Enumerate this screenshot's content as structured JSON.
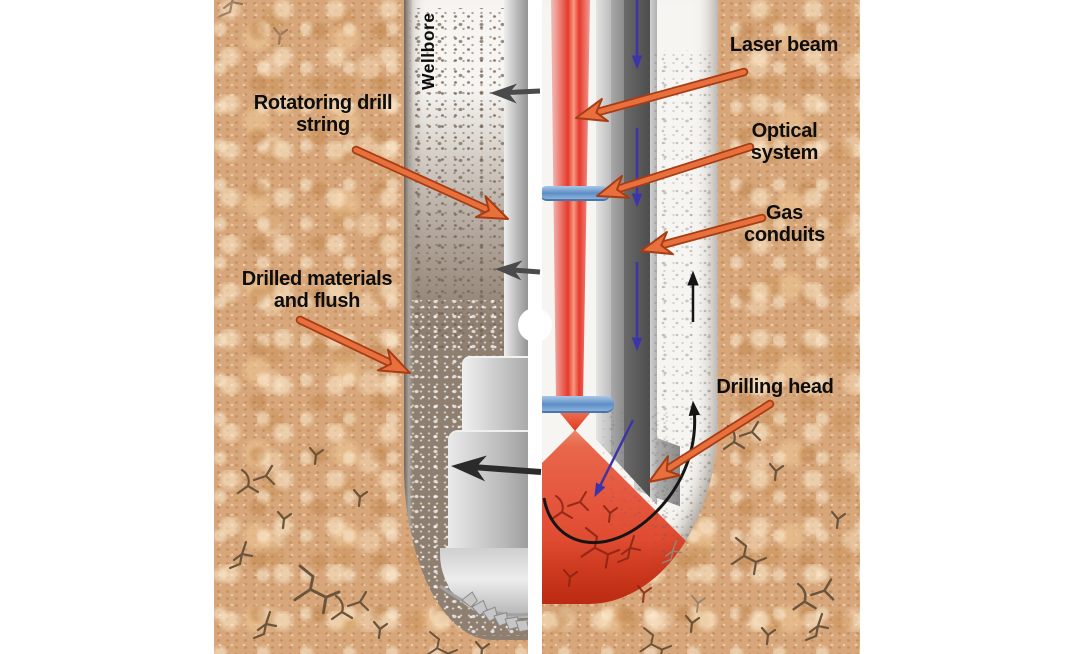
{
  "figure": {
    "wellbore_label": "Wellbore",
    "left_panel": {
      "name": "rotary-drilling-cross-section",
      "labels": [
        {
          "id": "rotatoring-drill-string",
          "text": "Rotatoring drill\nstring"
        },
        {
          "id": "drilled-materials-and-flush",
          "text": "Drilled materials\nand flush"
        }
      ]
    },
    "right_panel": {
      "name": "laser-drilling-cross-section",
      "labels": [
        {
          "id": "laser-beam",
          "text": "Laser beam"
        },
        {
          "id": "optical-system",
          "text": "Optical\nsystem"
        },
        {
          "id": "gas-conduits",
          "text": "Gas\nconduits"
        },
        {
          "id": "drilling-head",
          "text": "Drilling head"
        }
      ]
    },
    "icons": {
      "orange_pointer_arrows": [
        "rotatoring-drill-string",
        "drilled-materials-and-flush",
        "laser-beam",
        "optical-system",
        "gas-conduits",
        "drilling-head"
      ],
      "dark_left_arrows_count": 3,
      "blue_gas_down_arrows_count": 4,
      "black_gas_up_arrows_count": 2
    },
    "colors": {
      "rock": "#d7a77b",
      "hole_white": "#f6f5f2",
      "flush_brown": "#8f7f70",
      "laser_red": "#e7392b",
      "lens_blue": "#5e8ec6",
      "arrow_orange": "#e8703d",
      "arrow_orange_outline": "#a83c14",
      "arrow_dark": "#4a4a4a",
      "arrow_blue": "#3c35a8",
      "text": "#0d0d0d"
    }
  }
}
